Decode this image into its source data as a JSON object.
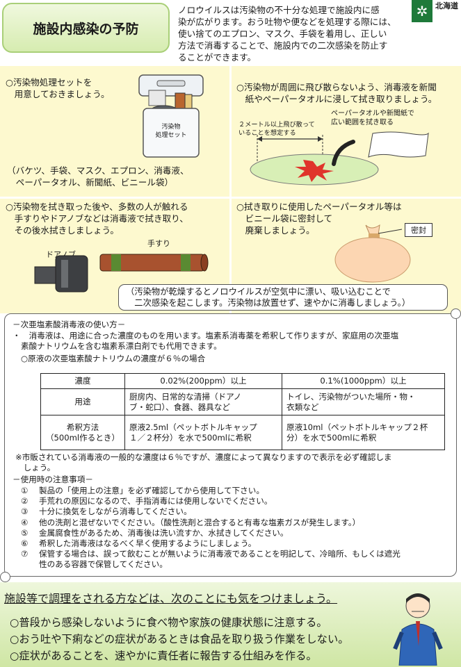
{
  "header": {
    "title": "施設内感染の予防",
    "intro": "ノロウイルスは汚染物の不十分な処理で施設内に感\n染が広がります。おう吐物や便などを処理する際には、\n使い捨てのエプロン、マスク、手袋を着用し、正しい\n方法で消毒することで、施設内での二次感染を防止す\nることができます。",
    "prefecture": "北海道"
  },
  "panels": {
    "kit": {
      "text": "○汚染物処理セットを\n　用意しておきましょう。",
      "box_label": "汚染物\n処理セット",
      "items": "（バケツ、手袋、マスク、エプロン、消毒液、\n　ペーパータオル、新聞紙、ビニール袋）"
    },
    "spread": {
      "text": "○汚染物が周囲に飛び散らないよう、消毒液を新聞\n　紙やペーパータオルに浸して拭き取りましょう。",
      "label_distance": "２メートル以上飛び散って\nいることを想定する",
      "label_towel": "ペーパータオルや新聞紙で\n広い範囲を拭き取る"
    },
    "wipe": {
      "text": "○汚染物を拭き取った後や、多数の人が触れる\n　手すりやドアノブなどは消毒液で拭き取り、\n　その後水拭きしましょう。",
      "label_doorknob": "ドアノブ",
      "label_handrail": "手すり"
    },
    "dispose": {
      "text": "○拭き取りに使用したペーパータオル等は\n　ビニール袋に密封して\n　廃棄しましょう。",
      "label_seal": "密封"
    }
  },
  "note": "（汚染物が乾燥するとノロウイルスが空気中に漂い、吸い込むことで\n　二次感染を起こします。汚染物は放置せず、速やかに消毒しましょう。）",
  "usage": {
    "heading": "－次亜塩素酸消毒液の使い方－",
    "bullet_mark": "・",
    "bullet": "　消毒液は、用途に合った濃度のものを用います。塩素系消毒薬を希釈して作りますが、家庭用の次亜塩\n素酸ナトリウムを含む塩素系漂白剤でも代用できます。",
    "sub": "○原液の次亜塩素酸ナトリウムの濃度が６％の場合",
    "table": {
      "head": [
        "濃度",
        "0.02%(200ppm）以上",
        "0.1%(1000ppm）以上"
      ],
      "rows": [
        [
          "用途",
          "厨房内、日常的な清掃（ドアノ\nブ・蛇口）、食器、器具など",
          "トイレ、汚染物がついた場所・物・\n衣類など"
        ],
        [
          "希釈方法\n（500ml作るとき）",
          "原液2.5ml（ペットボトルキャップ\n１／２杯分）を水で500mlに希釈",
          "原液10ml（ペットボトルキャップ２杯\n分）を水で500mlに希釈"
        ]
      ]
    },
    "remark": "※市販されている消毒液の一般的な濃度は６％ですが、濃度によって異なりますので表示を必ず確認しま\n　しょう。"
  },
  "cautions": {
    "heading": "－使用時の注意事項－",
    "items": [
      {
        "num": "①",
        "text": "製品の「使用上の注意」を必ず確認してから使用して下さい。"
      },
      {
        "num": "②",
        "text": "手荒れの原因になるので、手指消毒には使用しないでください。"
      },
      {
        "num": "③",
        "text": "十分に換気をしながら消毒してください。"
      },
      {
        "num": "④",
        "text": "他の洗剤と混ぜないでください。（酸性洗剤と混合すると有毒な塩素ガスが発生します。）"
      },
      {
        "num": "⑤",
        "text": "金属腐食性があるため、消毒後は洗い流すか、水拭きしてください。"
      },
      {
        "num": "⑥",
        "text": "希釈した消毒液はなるべく早く使用するようにしましょう。"
      },
      {
        "num": "⑦",
        "text": "保管する場合は、誤って飲むことが無いように消毒液であることを明記して、冷暗所、もしくは遮光\n性のある容器で保管してください。"
      }
    ]
  },
  "cooking": {
    "title": "施設等で調理をされる方などは、次のことにも気をつけましょう。",
    "items": [
      "○普段から感染しないように食べ物や家族の健康状態に注意する。",
      "○おう吐や下痢などの症状があるときは食品を取り扱う作業をしない。",
      "○症状があることを、速やかに責任者に報告する仕組みを作る。"
    ]
  },
  "colors": {
    "panel_bg": "#fdf9cf",
    "title_green": "#d6ecb0",
    "logo_green": "#1e7a3a",
    "bottom_green": "#cfe6a4"
  }
}
